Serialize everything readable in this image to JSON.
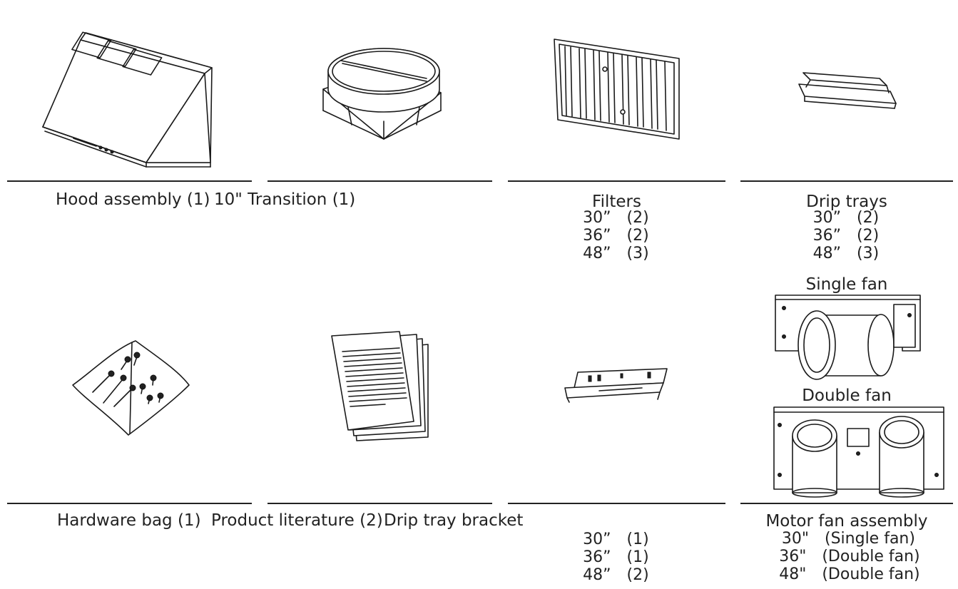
{
  "row1": {
    "hood_label": "Hood assembly (1)",
    "transition_label": "10\" Transition (1)",
    "filters": {
      "title": "Filters",
      "rows": [
        {
          "size": "30”",
          "count": "(2)"
        },
        {
          "size": "36”",
          "count": "(2)"
        },
        {
          "size": "48”",
          "count": "(3)"
        }
      ]
    },
    "drip_trays": {
      "title": "Drip trays",
      "rows": [
        {
          "size": "30”",
          "count": "(2)"
        },
        {
          "size": "36”",
          "count": "(2)"
        },
        {
          "size": "48”",
          "count": "(3)"
        }
      ]
    }
  },
  "row2": {
    "hardware_label": "Hardware bag (1)",
    "literature_label": "Product literature (2)",
    "bracket_label": "Drip tray bracket",
    "bracket_rows": [
      {
        "size": "30”",
        "count": "(1)"
      },
      {
        "size": "36”",
        "count": "(1)"
      },
      {
        "size": "48”",
        "count": "(2)"
      }
    ],
    "single_fan_label": "Single fan",
    "double_fan_label": "Double fan",
    "motor": {
      "title": "Motor fan assembly",
      "rows": [
        {
          "size": "30\"",
          "count": "(Single fan)"
        },
        {
          "size": "36\"",
          "count": "(Double fan)"
        },
        {
          "size": "48\"",
          "count": "(Double fan)"
        }
      ]
    }
  }
}
